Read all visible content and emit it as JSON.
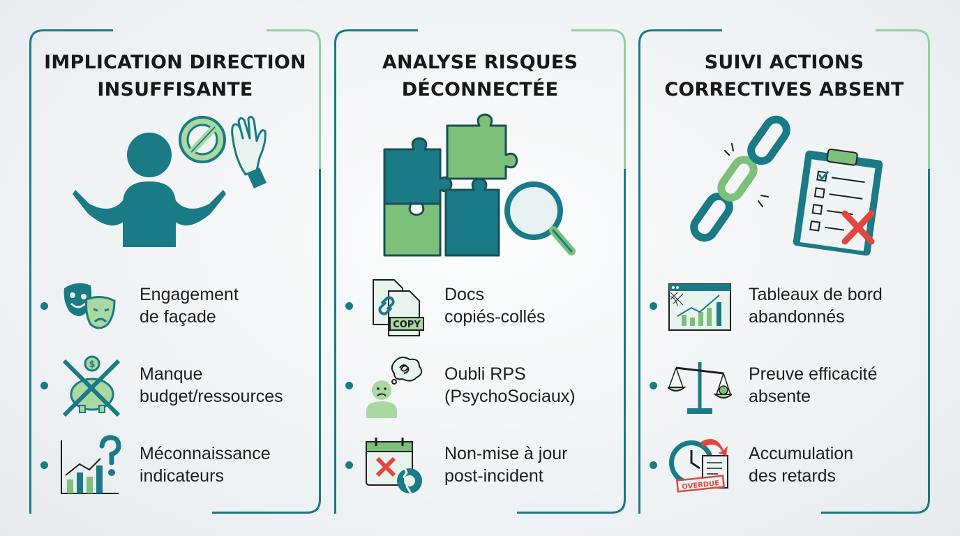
{
  "colors": {
    "teal": "#1a7a86",
    "green": "#7cc07a",
    "light_green": "#a9d8a0",
    "red": "#e0473f",
    "frame_teal": "#1a7a86",
    "frame_green": "#8fd29a"
  },
  "columns": [
    {
      "title_line1": "IMPLICATION DIRECTION",
      "title_line2": "INSUFFISANTE",
      "hero_icons": [
        "person-shrug-icon",
        "prohibited-icon",
        "refusing-hand-icon"
      ],
      "items": [
        {
          "icon": "theater-masks-icon",
          "line1": "Engagement",
          "line2": "de façade"
        },
        {
          "icon": "crossed-piggy-bank-icon",
          "line1": "Manque",
          "line2": "budget/ressources"
        },
        {
          "icon": "chart-question-icon",
          "line1": "Méconnaissance",
          "line2": "indicateurs"
        }
      ]
    },
    {
      "title_line1": "ANALYSE RISQUES",
      "title_line2": "DÉCONNECTÉE",
      "hero_icons": [
        "puzzle-pieces-icon",
        "magnifier-icon"
      ],
      "items": [
        {
          "icon": "copied-document-icon",
          "badge": "COPY",
          "line1": "Docs",
          "line2": "copiés-collés"
        },
        {
          "icon": "worried-person-icon",
          "line1": "Oubli RPS",
          "line2": "(PsychoSociaux)"
        },
        {
          "icon": "calendar-broken-gear-icon",
          "line1": "Non-mise à jour",
          "line2": "post-incident"
        }
      ]
    },
    {
      "title_line1": "SUIVI ACTIONS",
      "title_line2": "CORRECTIVES ABSENT",
      "hero_icons": [
        "broken-chain-icon",
        "clipboard-checklist-icon"
      ],
      "items": [
        {
          "icon": "abandoned-dashboard-icon",
          "line1": "Tableaux de bord",
          "line2": "abandonnés"
        },
        {
          "icon": "unbalanced-scale-icon",
          "line1": "Preuve efficacité",
          "line2": "absente"
        },
        {
          "icon": "overdue-clock-icon",
          "badge": "OVERDUE",
          "line1": "Accumulation",
          "line2": "des retards"
        }
      ]
    }
  ]
}
